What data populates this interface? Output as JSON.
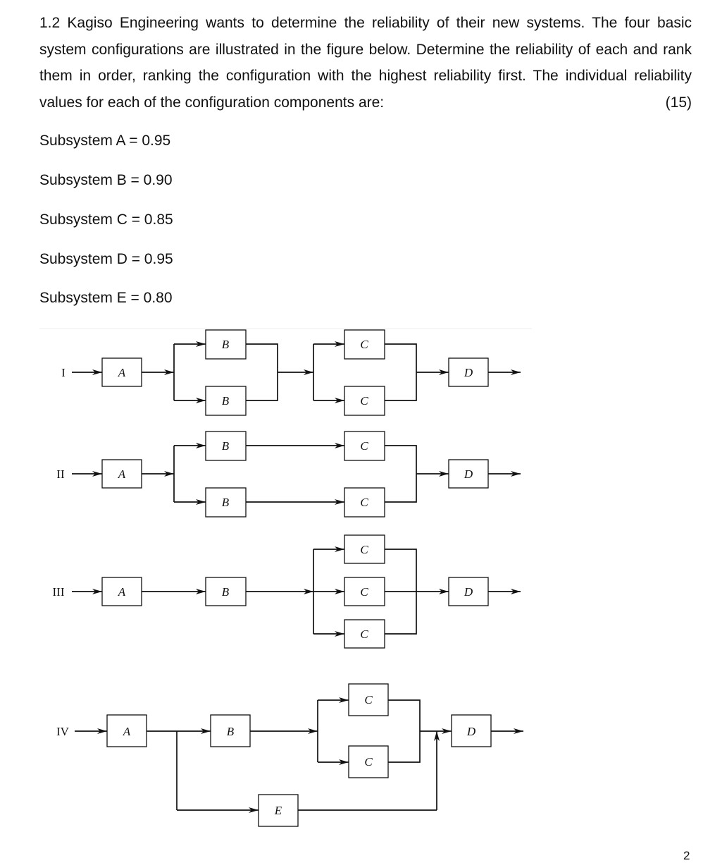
{
  "question": {
    "text": "1.2 Kagiso Engineering wants to determine the reliability of their new systems. The four basic system configurations are illustrated in the figure below. Determine the reliability of each and rank them in order, ranking the configuration with the highest reliability first. The individual reliability values for each of the configuration components are:",
    "marks": "(15)"
  },
  "subsystems": [
    "Subsystem A = 0.95",
    "Subsystem B = 0.90",
    "Subsystem C = 0.85",
    "Subsystem D = 0.95",
    "Subsystem E = 0.80"
  ],
  "diagram": {
    "row_labels": [
      "I",
      "II",
      "III",
      "IV"
    ],
    "box_labels": {
      "A": "A",
      "B": "B",
      "C": "C",
      "D": "D",
      "E": "E"
    }
  },
  "page_number": "2"
}
